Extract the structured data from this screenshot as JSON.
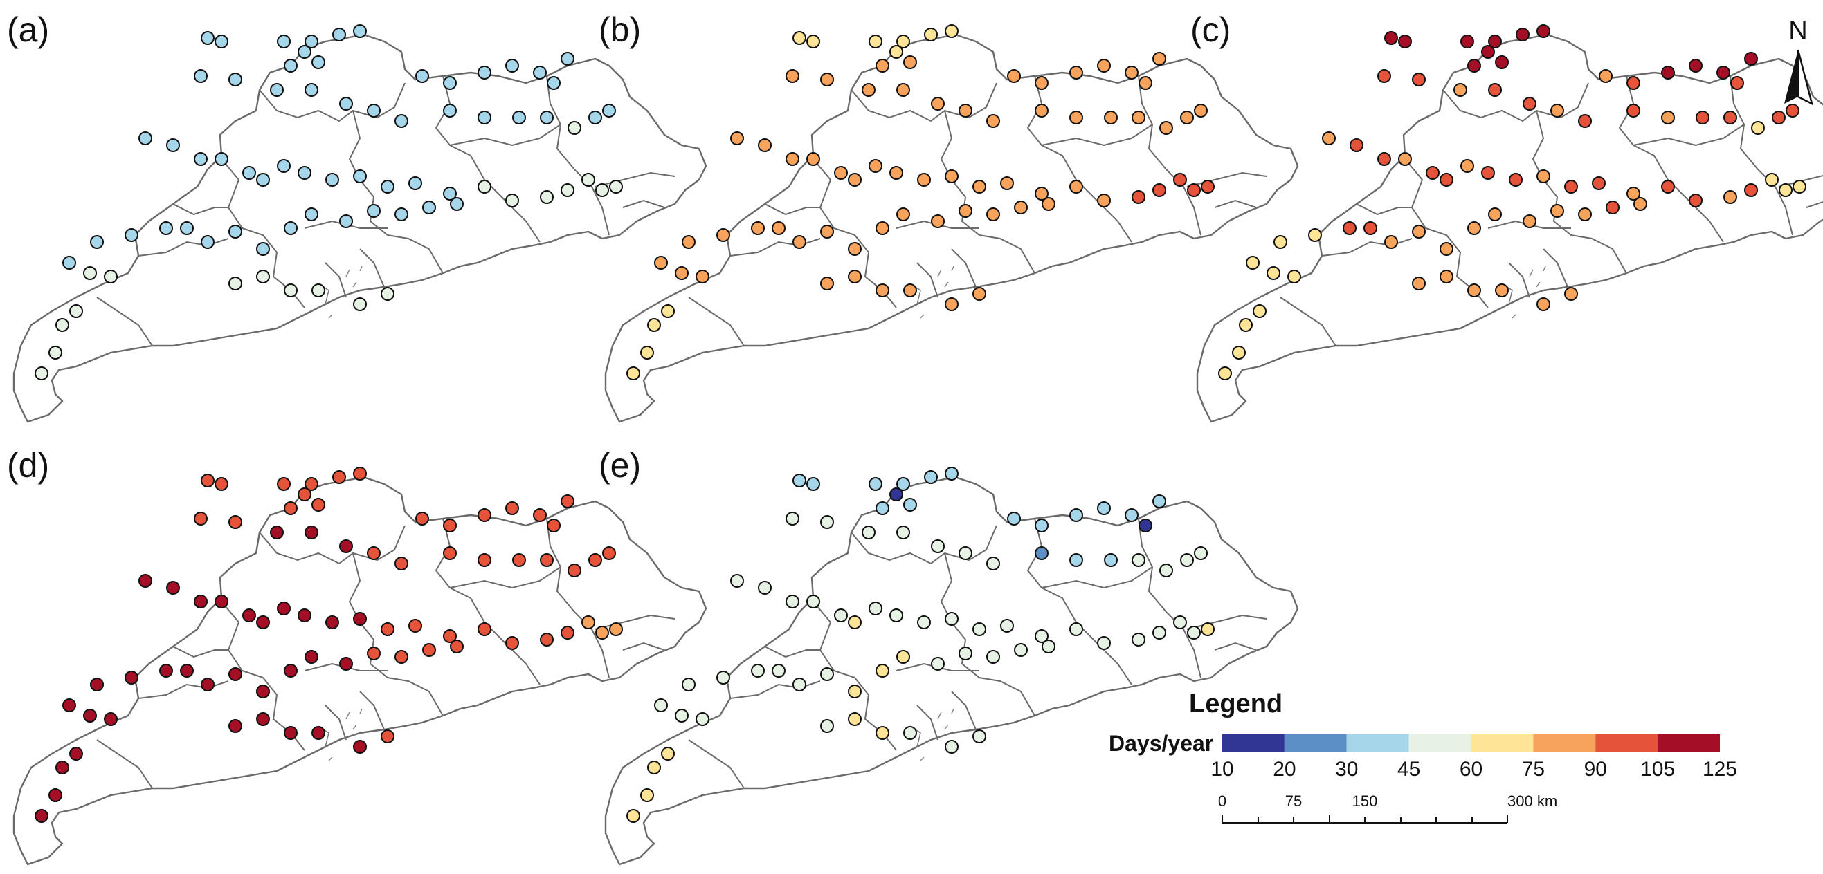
{
  "panels": [
    {
      "label": "(a)",
      "station_colors": [
        "#a6d6ea",
        "#e6f3e4"
      ],
      "station_pattern": "mostly-light-blue-east-pale"
    },
    {
      "label": "(b)",
      "station_colors": [
        "#f7a35c",
        "#fde496",
        "#e5533b"
      ],
      "station_pattern": "mostly-orange"
    },
    {
      "label": "(c)",
      "station_colors": [
        "#e5533b",
        "#a50f26",
        "#f7a35c",
        "#fde496"
      ],
      "station_pattern": "red-north-yellow-south"
    },
    {
      "label": "(d)",
      "station_colors": [
        "#a50f26",
        "#e5533b",
        "#f7a35c"
      ],
      "station_pattern": "mostly-dark-red"
    },
    {
      "label": "(e)",
      "station_colors": [
        "#e6f3e4",
        "#a6d6ea",
        "#fde496",
        "#313695",
        "#5b8fc6"
      ],
      "station_pattern": "mixed-light"
    }
  ],
  "legend": {
    "title": "Legend",
    "unit_label": "Days/year",
    "bins": [
      {
        "color": "#313695"
      },
      {
        "color": "#5b8fc6"
      },
      {
        "color": "#a6d6ea"
      },
      {
        "color": "#e6f3e4"
      },
      {
        "color": "#fde496"
      },
      {
        "color": "#f7a35c"
      },
      {
        "color": "#e5533b"
      },
      {
        "color": "#a50f26"
      }
    ],
    "ticks": [
      "10",
      "20",
      "30",
      "45",
      "60",
      "75",
      "90",
      "105",
      "125"
    ]
  },
  "scale_bar": {
    "ticks": [
      "0",
      "75",
      "150",
      "300 km"
    ]
  },
  "north_arrow": {
    "label": "N",
    "icon": "north-arrow-icon"
  },
  "colors": {
    "boundary": "#555555",
    "station_outline": "#111111"
  }
}
